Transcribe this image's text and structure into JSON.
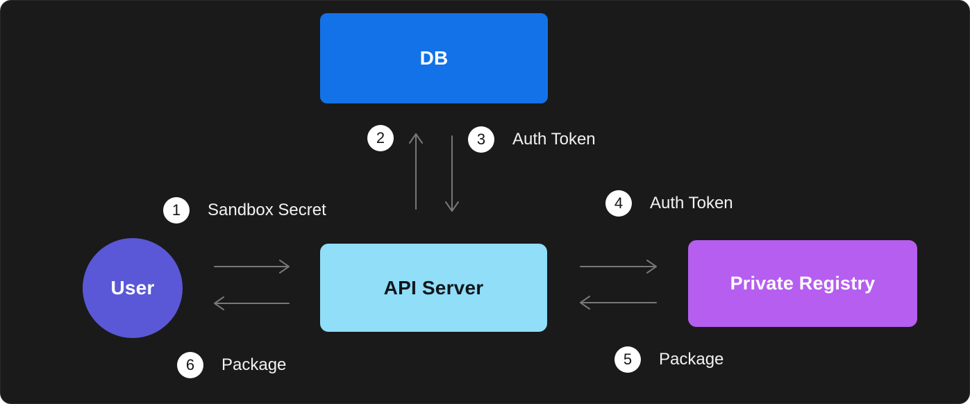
{
  "panel": {
    "background_color": "#1a1a1a",
    "border_color": "#2a2a2a"
  },
  "nodes": {
    "db": {
      "label": "DB",
      "color": "#1372e8",
      "text_color": "#ffffff"
    },
    "api_server": {
      "label": "API Server",
      "color": "#90def8",
      "text_color": "#12161b"
    },
    "private_registry": {
      "label": "Private Registry",
      "color": "#b55ef0",
      "text_color": "#ffffff"
    },
    "user": {
      "label": "User",
      "color": "#5a58d6",
      "text_color": "#ffffff"
    }
  },
  "steps": [
    {
      "number": "1",
      "label": "Sandbox Secret"
    },
    {
      "number": "2",
      "label": ""
    },
    {
      "number": "3",
      "label": "Auth Token"
    },
    {
      "number": "4",
      "label": "Auth Token"
    },
    {
      "number": "5",
      "label": "Package"
    },
    {
      "number": "6",
      "label": "Package"
    }
  ],
  "arrows": {
    "color": "#787878",
    "connections": [
      "user-to-api-server",
      "api-server-to-user",
      "api-server-to-db",
      "db-to-api-server",
      "api-server-to-private-registry",
      "private-registry-to-api-server"
    ]
  }
}
